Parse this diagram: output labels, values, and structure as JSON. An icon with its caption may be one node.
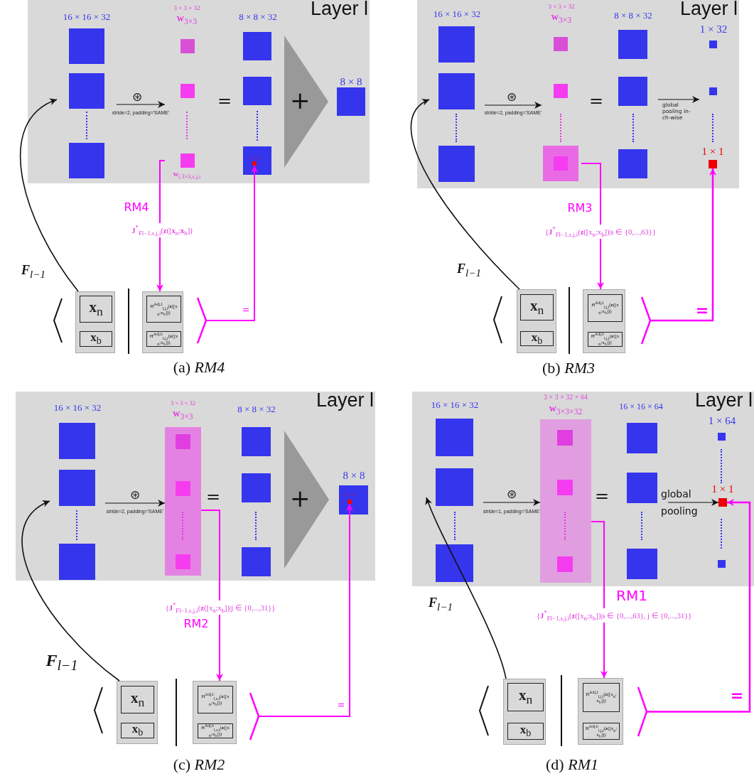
{
  "diagram": {
    "nodes": [
      {
        "text": [
          "Layer l"
        ]
      },
      {
        "text": [
          "16 × 16 × 32"
        ],
        "in": 0
      },
      {
        "text": [
          "3 × 3 × 32",
          "**w**$_{3×3}$",
          "**w**$_{l,3×3,s,j,i}$"
        ],
        "in": 0
      },
      {
        "text": [
          "8 × 8 × 32"
        ],
        "in": 0
      },
      {
        "text": [],
        "shape": "box",
        "in": 0
      },
      {
        "text": [],
        "shape": "box",
        "in": 0
      },
      {
        "text": [],
        "shape": "box",
        "in": 5
      },
      {
        "text": [
          "+"
        ],
        "in": 0
      },
      {
        "text": [
          "8 × 8"
        ],
        "in": 0
      },
      {
        "text": [],
        "shape": "box"
      },
      {
        "text": [
          "**x**$_{n}$"
        ],
        "in": 9
      },
      {
        "text": [
          "**x**$_{b}$"
        ],
        "in": 9
      },
      {
        "text": [],
        "shape": "box"
      },
      {
        "text": [
          "H$^{Adj,I}$$_{l,j,i}$(**z**([x$_{n}$;x$_{b}$]))"
        ],
        "in": 12
      },
      {
        "text": [
          "H$^{Adj,b}$$_{l,j,i}$(**z**([x$_{n}$;x$_{b}$]))"
        ],
        "in": 12
      },
      {
        "text": [],
        "shape": "bracket"
      },
      {
        "text": [
          "Layer l"
        ]
      },
      {
        "text": [
          "16 × 16 × 32"
        ],
        "in": 16
      },
      {
        "text": [
          "3 × 3 × 32",
          "**w**$_{3×3}$"
        ],
        "in": 16
      },
      {
        "text": [
          "8 × 8 × 32"
        ],
        "in": 16
      },
      {
        "text": [
          "1 × 32"
        ],
        "in": 16
      },
      {
        "text": [],
        "shape": "box",
        "in": 16
      },
      {
        "text": [],
        "shape": "box"
      },
      {
        "text": [
          "**x**$_{n}$"
        ],
        "in": 22
      },
      {
        "text": [
          "**x**$_{b}$"
        ],
        "in": 22
      },
      {
        "text": [],
        "shape": "box"
      },
      {
        "text": [
          "H$^{Adj,I}$$_{l,j,i}$(**z**([x$_{n}$;x$_{b}$]))"
        ],
        "in": 25
      },
      {
        "text": [
          "H$^{Adj,b}$$_{l,j,i}$(**z**([x$_{n}$;x$_{b}$]))"
        ],
        "in": 25
      },
      {
        "text": [],
        "shape": "bracket"
      },
      {
        "text": [
          "Layer l"
        ]
      },
      {
        "text": [
          "16 × 16 × 32"
        ],
        "in": 29
      },
      {
        "text": [
          "3 × 3 × 32",
          "**w**$_{3×3}$"
        ],
        "in": 29
      },
      {
        "text": [
          "8 × 8 × 32"
        ],
        "in": 29
      },
      {
        "text": [
          "+"
        ],
        "in": 29
      },
      {
        "text": [
          "8 × 8"
        ],
        "in": 29
      },
      {
        "text": [],
        "shape": "box",
        "in": 34
      },
      {
        "text": [],
        "shape": "box"
      },
      {
        "text": [
          "**x**$_{n}$"
        ],
        "in": 36
      },
      {
        "text": [
          "**x**$_{b}$"
        ],
        "in": 36
      },
      {
        "text": [],
        "shape": "box"
      },
      {
        "text": [
          "H$^{Adj,I}$$_{l,s,i}$(**z**([x$_{n}$;x$_{b}$]))"
        ],
        "in": 39
      },
      {
        "text": [
          "H$^{Adj,b}$$_{l,s,i}$(**z**([x$_{n}$;x$_{b}$]))"
        ],
        "in": 39
      },
      {
        "text": [],
        "shape": "bracket"
      },
      {
        "text": [
          "Layer l"
        ]
      },
      {
        "text": [
          "16 × 16 × 32"
        ],
        "in": 43
      },
      {
        "text": [
          "3 × 3 × 32 × 64",
          "**w**$_{3×3×32}$"
        ],
        "in": 43
      },
      {
        "text": [
          "16 × 16 × 64"
        ],
        "in": 43
      },
      {
        "text": [
          "1 × 64"
        ],
        "in": 43
      },
      {
        "text": [],
        "shape": "box",
        "in": 43
      },
      {
        "text": [],
        "shape": "box",
        "in": 43
      },
      {
        "text": [],
        "shape": "box"
      },
      {
        "text": [
          "**x**$_{n}$"
        ],
        "in": 50
      },
      {
        "text": [
          "**x**$_{b}$"
        ],
        "in": 50
      },
      {
        "text": [],
        "shape": "box"
      },
      {
        "text": [
          "H$^{Adj,I}$$_{l,j,i}$(**z**([x$_{n}$;x$_{b}$]))"
        ],
        "in": 53
      },
      {
        "text": [
          "H$^{Adj,b}$$_{l,j,i}$(**z**([x$_{n}$;x$_{b}$]))"
        ],
        "in": 53
      },
      {
        "text": [],
        "shape": "bracket"
      }
    ],
    "edges": [
      {
        "from": 9,
        "to": 1,
        "arrow": "to",
        "label": "**F**$_{l−1}$"
      },
      {
        "from": 1,
        "to": 2,
        "arrow": "to",
        "label": "stride=2, padding='SAME'"
      },
      {
        "from": 2,
        "to": 12,
        "arrow": "to",
        "label": "**J**$^{*}$$_{Fl−1,s,j,i}$(**z**([**x**$_{n}$;**x**$_{b}$])",
        "color": "#ff00ff"
      },
      {
        "from": 15,
        "to": 6,
        "arrow": "to",
        "label": "=",
        "color": "#ff00ff"
      },
      {
        "from": 22,
        "to": 17,
        "arrow": "to",
        "label": "**F**$_{l−1}$"
      },
      {
        "from": 17,
        "to": 18,
        "arrow": "to",
        "label": "stride=2, padding='SAME'"
      },
      {
        "from": 19,
        "to": 20,
        "arrow": "to",
        "label": "global pooling in-ch-wise"
      },
      {
        "from": 18,
        "to": 25,
        "arrow": "to",
        "label": "{**J**$^{*}$$_{Fl−1,s,j,i}$(**z**([x$_{n}$;x$_{b}$])|s ∈ {0,...,63}}",
        "color": "#ff00ff"
      },
      {
        "from": 28,
        "to": 21,
        "arrow": "to",
        "label": "=",
        "color": "#ff00ff"
      },
      {
        "from": 36,
        "to": 30,
        "arrow": "to",
        "label": "**F**$_{l−1}$"
      },
      {
        "from": 30,
        "to": 31,
        "arrow": "to",
        "label": "stride=2, padding='SAME'"
      },
      {
        "from": 31,
        "to": 39,
        "arrow": "to",
        "label": "{**J**$^{*}$$_{Fl−1,s,j,i}$(**z**([x$_{n}$;x$_{b}$])|j ∈ {0,...,31}}",
        "color": "#ff00ff"
      },
      {
        "from": 42,
        "to": 35,
        "arrow": "to",
        "label": "=",
        "color": "#ff00ff"
      },
      {
        "from": 50,
        "to": 44,
        "arrow": "to",
        "label": "**F**$_{l−1}$"
      },
      {
        "from": 44,
        "to": 45,
        "arrow": "to",
        "label": "stride=1, padding='SAME'"
      },
      {
        "from": 46,
        "to": 48,
        "arrow": "to",
        "label": "global pooling"
      },
      {
        "from": 45,
        "to": 53,
        "arrow": "to",
        "label": "{**J**$^{*}$$_{Fl−1,s,j,i}$(**z**([x$_{n}$;x$_{b}$])|s ∈ {0,...,63}, j ∈ {0,...,31}}",
        "color": "#ff00ff"
      },
      {
        "from": 56,
        "to": 48,
        "arrow": "to",
        "label": "=",
        "color": "#ff00ff"
      }
    ],
    "labels": [
      "⊛",
      "=",
      "1 × 1",
      "RM4",
      "(a) *RM4*",
      "⊛",
      "=",
      "1 × 1",
      "RM3",
      "(b) *RM3*",
      "⊛",
      "=",
      "1 × 1",
      "RM2",
      "(c) *RM2*",
      "⊛",
      "=",
      "1 × 1",
      "RM1",
      "(d) *RM1*"
    ]
  }
}
